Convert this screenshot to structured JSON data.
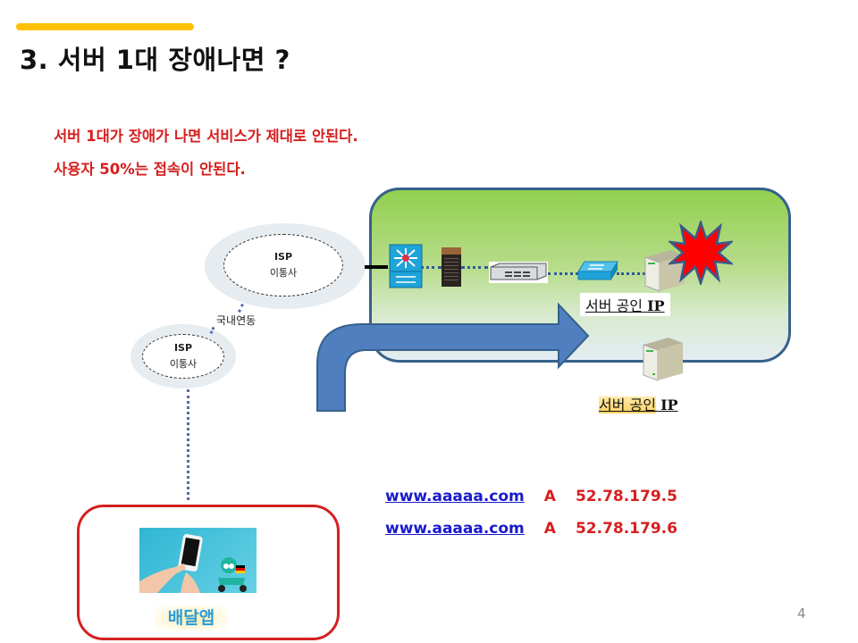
{
  "slide": {
    "title": "3. 서버 1대 장애나면 ?",
    "accent_color": "#FFC000",
    "page_number": "4"
  },
  "description": {
    "line1": "서버 1대가 장애가 나면  서비스가 제대로 안된다.",
    "line2": "사용자 50%는 접속이 안된다.",
    "color": "#D61F1F"
  },
  "network": {
    "isp_top": {
      "line1": "ISP",
      "line2": "이통사"
    },
    "isp_bottom": {
      "line1": "ISP",
      "line2": "이통사"
    },
    "link_label": "국내연동",
    "datacenter": {
      "devices": [
        "l3-switch-icon",
        "firewall-icon",
        "load-balancer-icon",
        "l2-switch-icon",
        "server-icon"
      ],
      "failure_marker": "explosion-icon",
      "server1_label": {
        "name": "서버 공인",
        "suffix": "IP"
      },
      "server2_label": {
        "name": "서버 공인",
        "suffix": "IP"
      }
    }
  },
  "dns_records": [
    {
      "host": "www.aaaaa.com",
      "type": "A",
      "ip": "52.78.179.5"
    },
    {
      "host": "www.aaaaa.com",
      "type": "A",
      "ip": "52.78.179.6"
    }
  ],
  "client": {
    "label": "배달앱",
    "image": "delivery-app-image"
  }
}
